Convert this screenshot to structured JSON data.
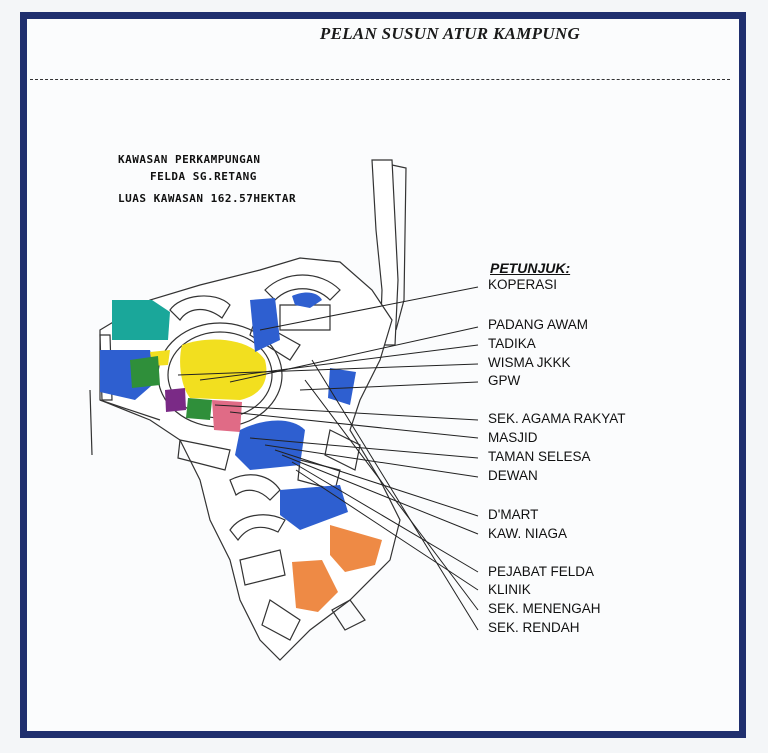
{
  "title": "PELAN SUSUN ATUR KAMPUNG",
  "info": {
    "line1": "KAWASAN PERKAMPUNGAN",
    "line2": "FELDA SG.RETANG",
    "line3": "LUAS KAWASAN 162.57HEKTAR"
  },
  "legend": {
    "title": "PETUNJUK:",
    "items": [
      {
        "label": "KOPERASI"
      },
      {
        "label": "PADANG AWAM"
      },
      {
        "label": "TADIKA"
      },
      {
        "label": "WISMA JKKK"
      },
      {
        "label": "GPW"
      },
      {
        "label": "SEK. AGAMA RAKYAT"
      },
      {
        "label": "MASJID"
      },
      {
        "label": "TAMAN SELESA"
      },
      {
        "label": "DEWAN"
      },
      {
        "label": "D'MART"
      },
      {
        "label": "KAW. NIAGA"
      },
      {
        "label": "PEJABAT FELDA"
      },
      {
        "label": "KLINIK"
      },
      {
        "label": "SEK. MENENGAH"
      },
      {
        "label": "SEK. RENDAH"
      }
    ]
  },
  "colors": {
    "frame": "#1f2f6e",
    "blue_zone": "#2e5fd0",
    "yellow_zone": "#f2df1f",
    "teal_zone": "#1aa79a",
    "orange_zone": "#ee8a45",
    "green_zone": "#2f8f3a",
    "purple_zone": "#7a2a86",
    "pink_zone": "#e06b86"
  }
}
